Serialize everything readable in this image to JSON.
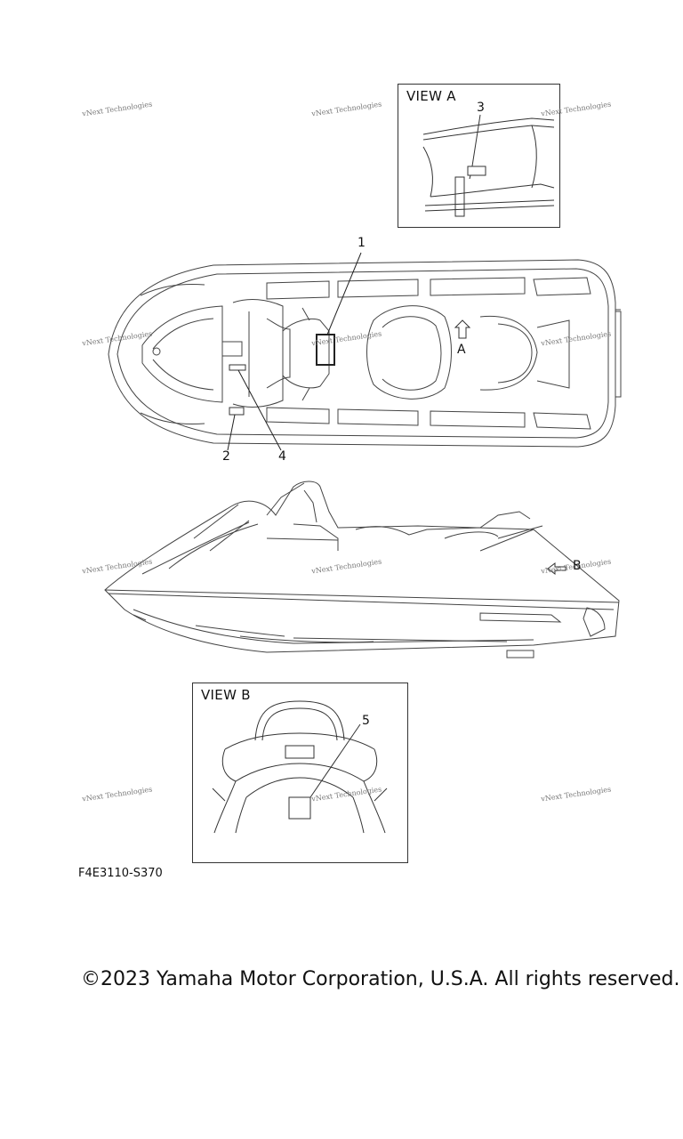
{
  "view_a": {
    "title": "VIEW A"
  },
  "view_b": {
    "title": "VIEW B"
  },
  "callouts": [
    "1",
    "2",
    "3",
    "4",
    "5"
  ],
  "view_markers": {
    "a": "A",
    "b": "B"
  },
  "watermark": "vNext Technologies",
  "figure_code": "F4E3110-S370",
  "copyright": "©2023 Yamaha Motor Corporation, U.S.A. All rights reserved."
}
